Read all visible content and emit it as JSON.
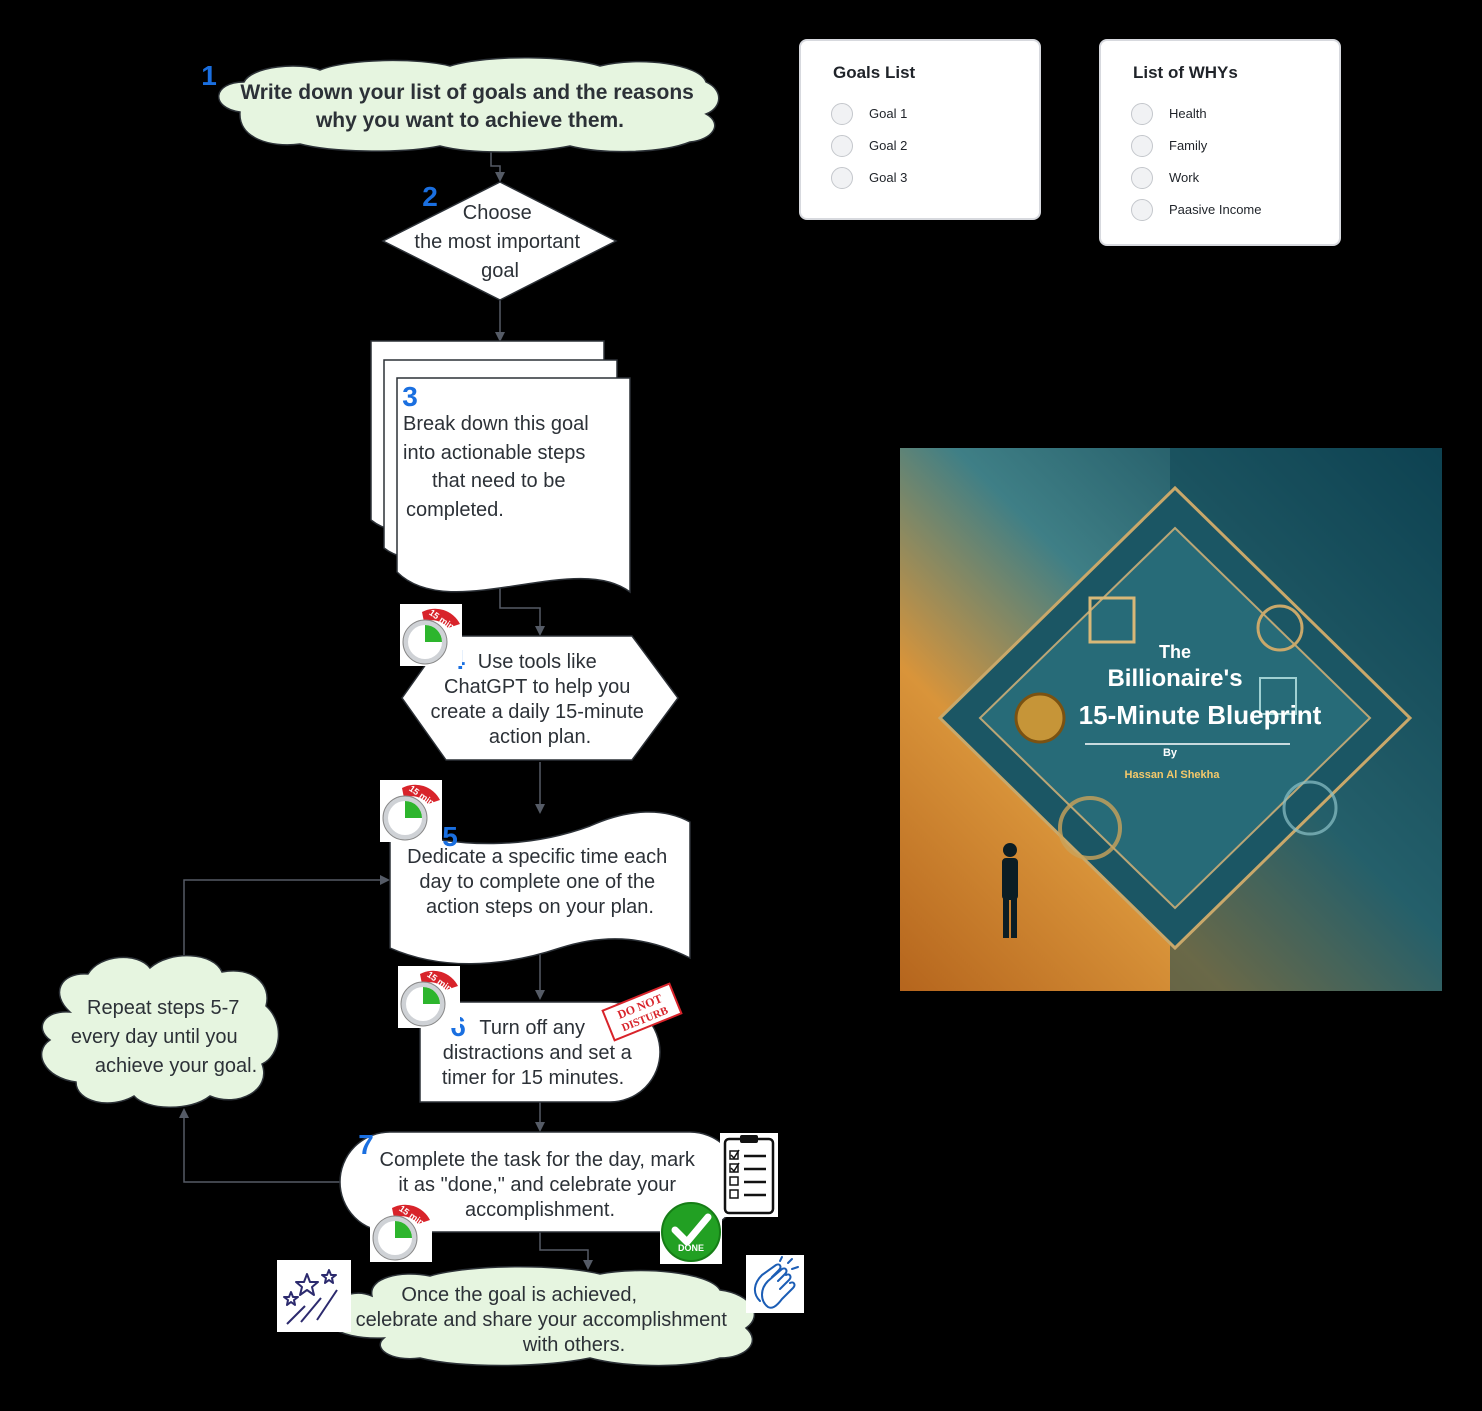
{
  "steps": {
    "s1": {
      "num": "1",
      "lines": [
        "Write down your list of goals and the reasons",
        "why you want to achieve them."
      ]
    },
    "s2": {
      "num": "2",
      "lines": [
        "Choose",
        "the most important",
        "goal"
      ]
    },
    "s3": {
      "num": "3",
      "lines": [
        "Break down this goal",
        "into actionable steps",
        "that need to be",
        "completed."
      ]
    },
    "s4": {
      "num": "4",
      "lines": [
        "Use tools like",
        "ChatGPT to help you",
        "create a daily 15-minute",
        "action plan."
      ]
    },
    "s5": {
      "num": "5",
      "lines": [
        "Dedicate a specific time each",
        "day to complete one of the",
        "action steps on your plan."
      ]
    },
    "s6": {
      "num": "6",
      "lines": [
        "Turn off any",
        "distractions and set a",
        "timer for 15 minutes."
      ]
    },
    "s7": {
      "num": "7",
      "lines": [
        "Complete the task for the day, mark",
        "it as \"done,\" and celebrate your",
        "accomplishment."
      ]
    },
    "repeat": {
      "lines": [
        "Repeat steps 5-7",
        "every day until you",
        "achieve your goal."
      ]
    },
    "final": {
      "lines": [
        "Once the goal is achieved,",
        "celebrate and share your accomplishment",
        "with others."
      ]
    }
  },
  "badges": {
    "timer": "15 min",
    "dnd": [
      "DO NOT",
      "DISTURB"
    ],
    "done": "DONE"
  },
  "goals_card": {
    "title": "Goals List",
    "items": [
      "Goal 1",
      "Goal 2",
      "Goal 3"
    ]
  },
  "whys_card": {
    "title": "List of WHYs",
    "items": [
      "Health",
      "Family",
      "Work",
      "Paasive Income"
    ]
  },
  "book": {
    "line1": "The",
    "line2": "Billionaire's",
    "line3": "15-Minute Blueprint",
    "line4": "By",
    "line5": "Hassan Al Shekha"
  },
  "colors": {
    "shape_green": "#e6f5e0",
    "step_number": "#1a6fe0",
    "connector": "#555b66",
    "text": "#2c3137"
  }
}
